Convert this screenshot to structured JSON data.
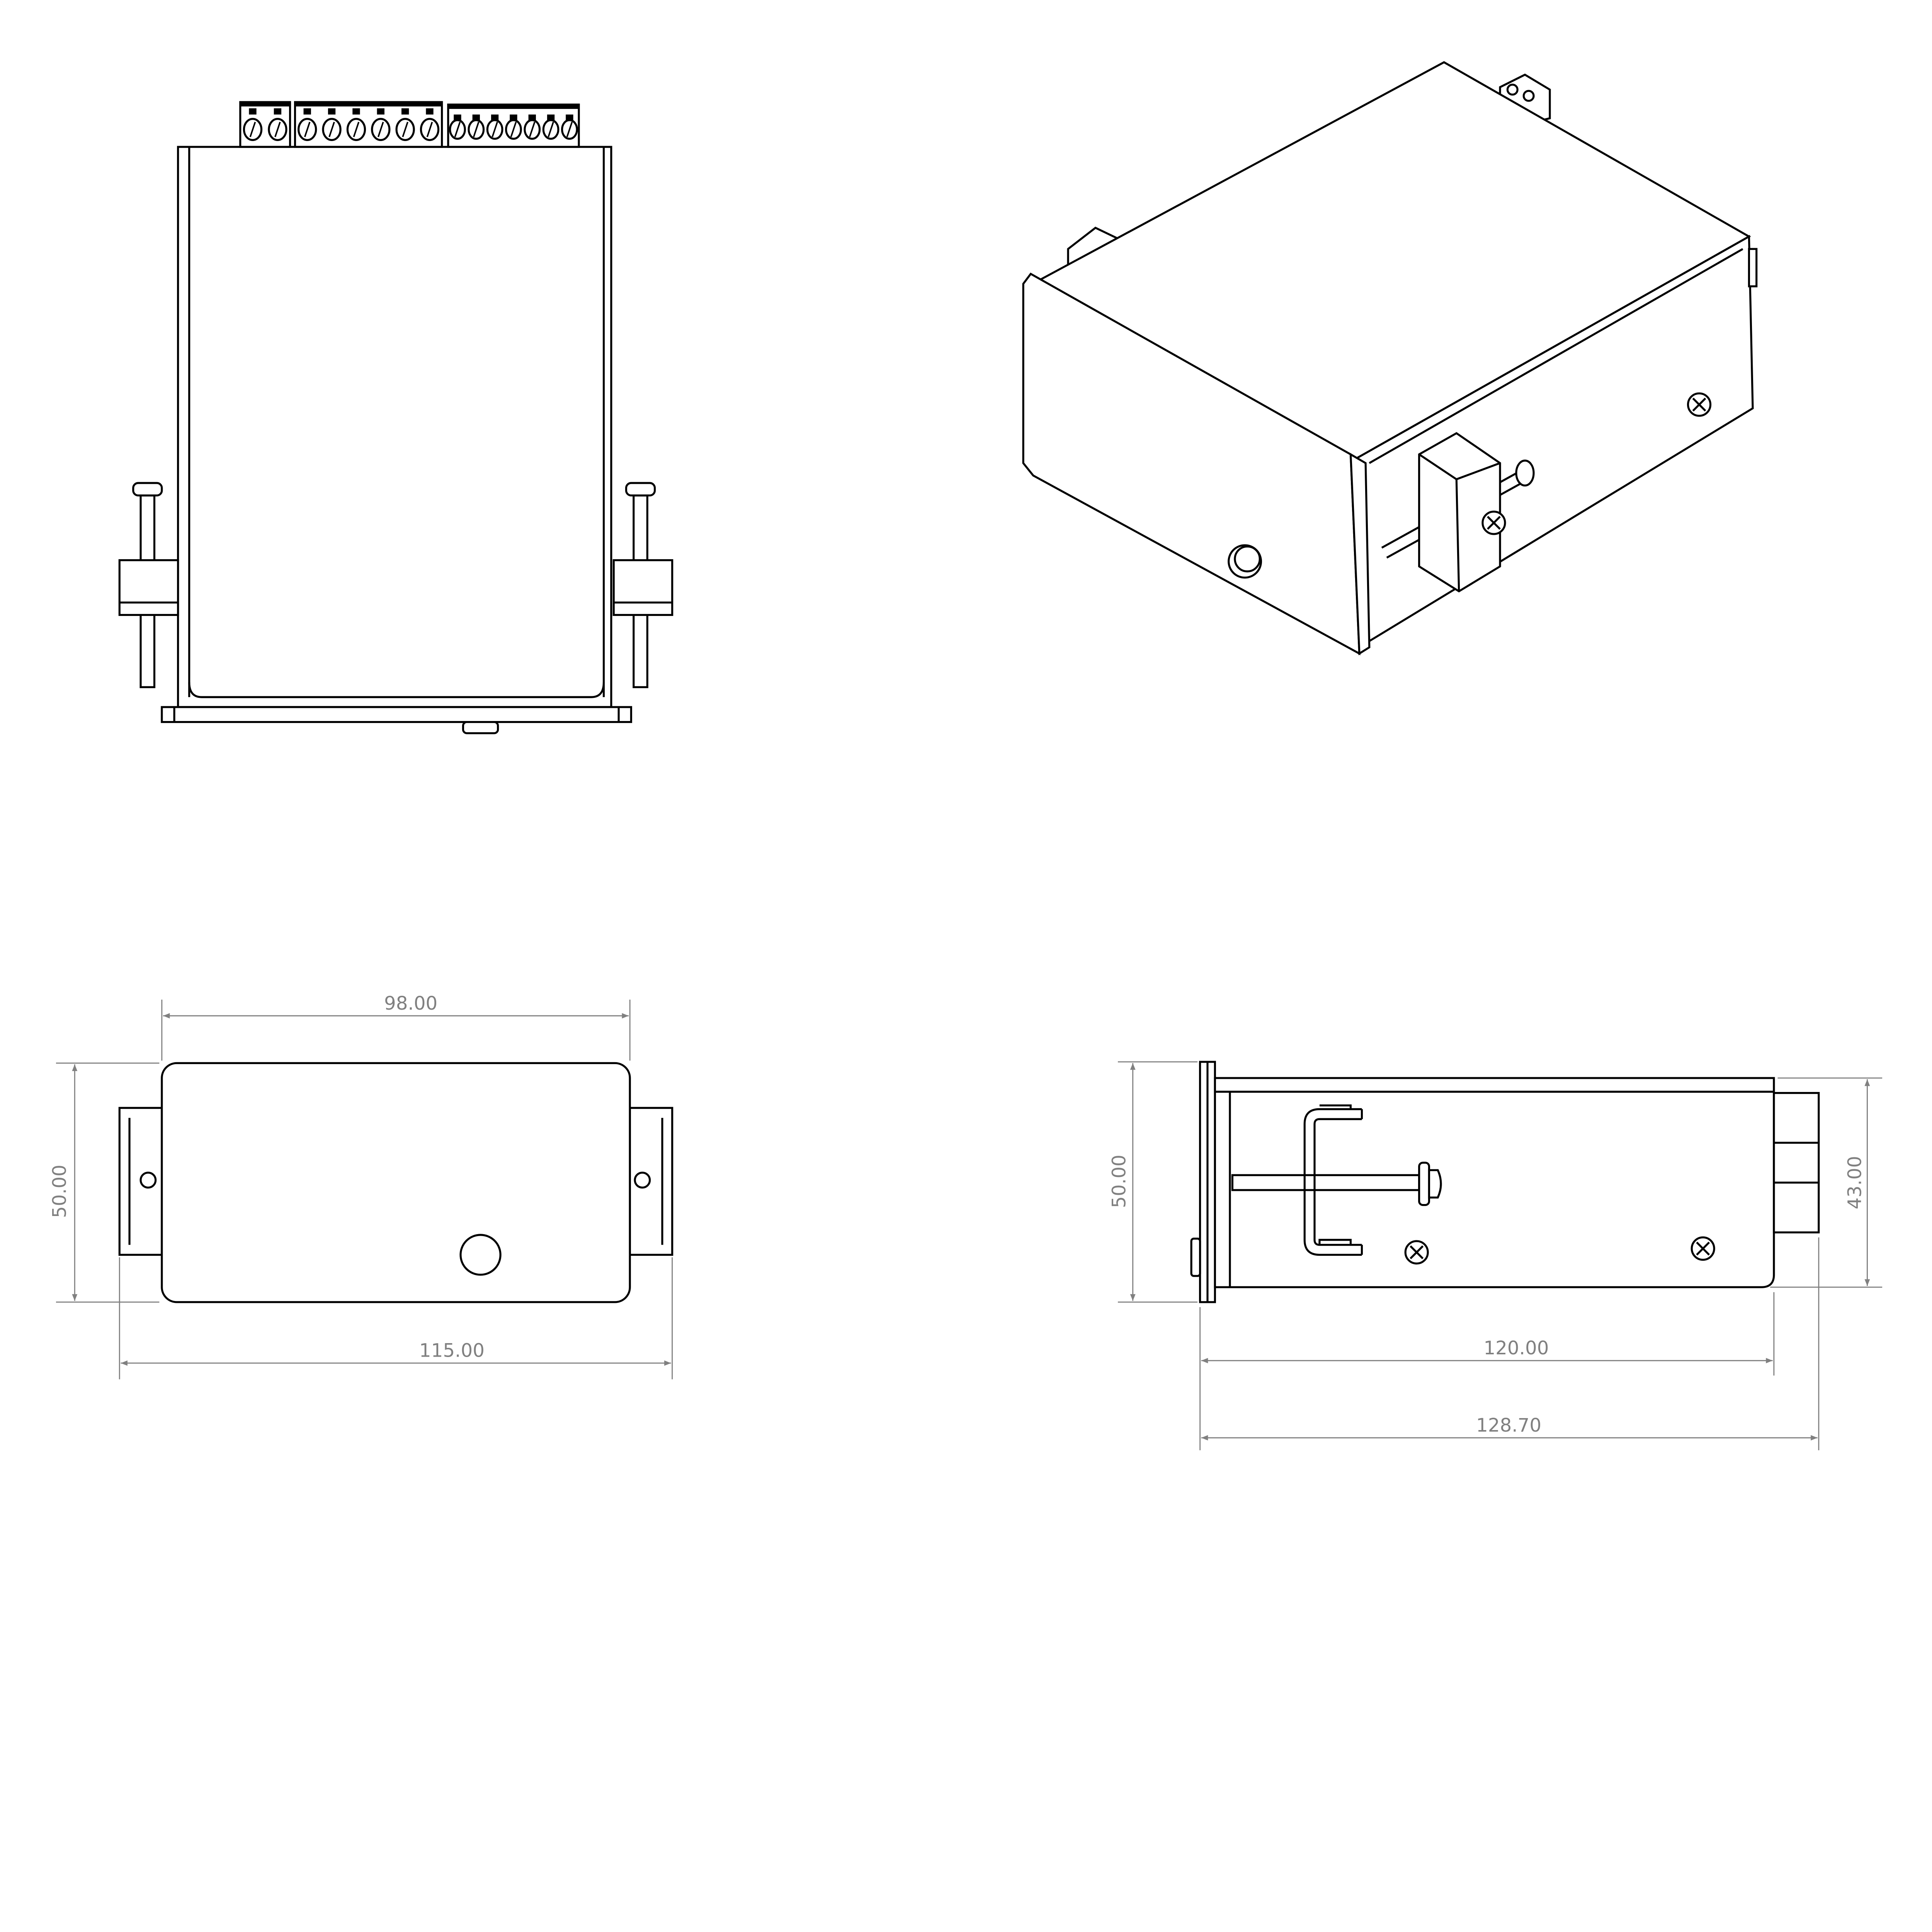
{
  "drawing": {
    "views": [
      "top",
      "isometric",
      "front",
      "side"
    ],
    "line_color": "#000000",
    "dimension_color": "#808080",
    "terminal_blocks": [
      {
        "pins": 2
      },
      {
        "pins": 6
      },
      {
        "pins": 7
      }
    ]
  },
  "dimensions": {
    "front_width": "98.00",
    "front_total_width": "115.00",
    "front_height": "50.00",
    "side_height": "50.00",
    "side_body_height": "43.00",
    "side_depth": "120.00",
    "side_total_depth": "128.70"
  }
}
